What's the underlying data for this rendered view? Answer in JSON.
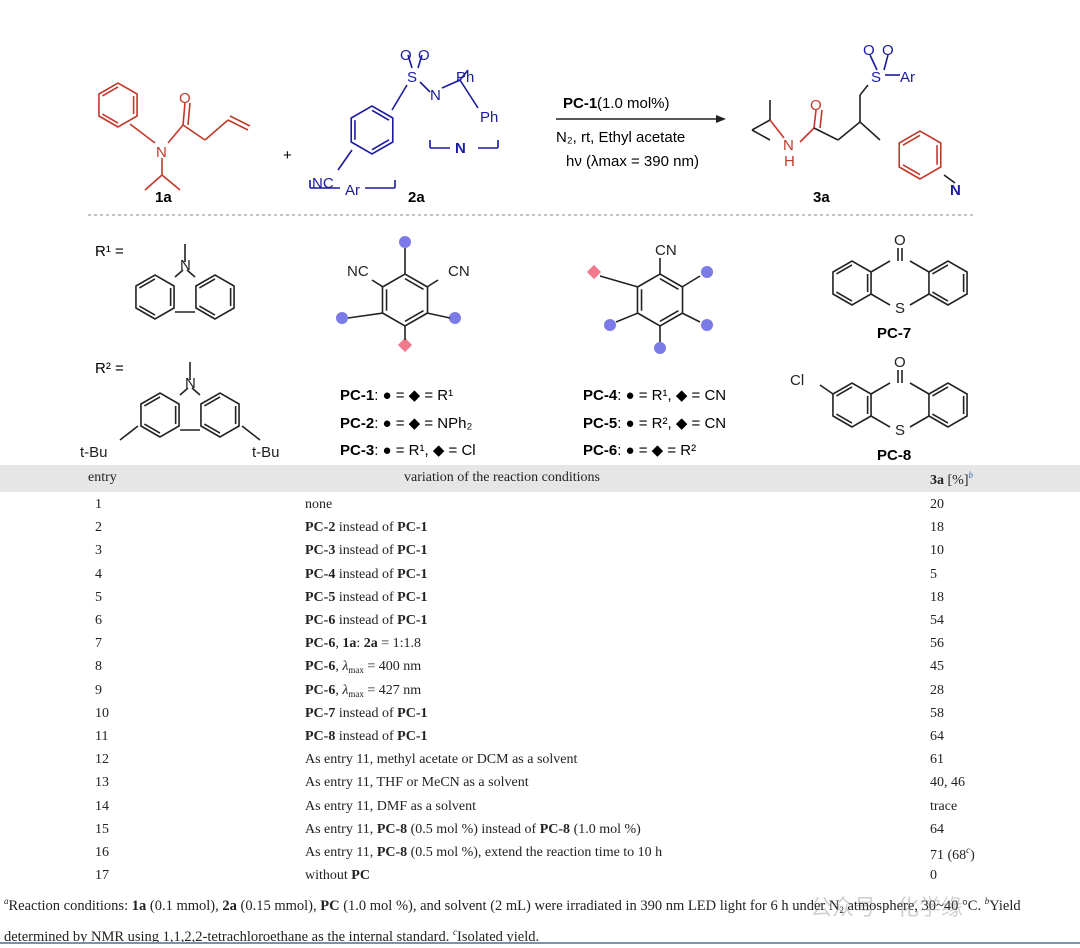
{
  "scheme": {
    "compound_1a": "1a",
    "compound_2a": "2a",
    "compound_3a": "3a",
    "plus": "+",
    "cond_catalyst": "PC-1",
    "cond_loading": " (1.0 mol%)",
    "cond_line2": "N₂, rt, Ethyl acetate",
    "cond_line3": "hν (λmax = 390 nm)",
    "atoms": {
      "O": "O",
      "N": "N",
      "H": "H",
      "S": "S",
      "Ph": "Ph",
      "NC": "NC",
      "CN": "CN",
      "Ar": "Ar",
      "Cl": "Cl",
      "tBu": "t-Bu"
    }
  },
  "catalysts": {
    "r1_label": "R¹ =",
    "r2_label": "R² =",
    "pc_lines": [
      {
        "name": "PC-1",
        "desc": ": ● = ◆ = R¹"
      },
      {
        "name": "PC-2",
        "desc": ": ● = ◆ = NPh₂"
      },
      {
        "name": "PC-3",
        "desc": ": ● = R¹, ◆ = Cl"
      },
      {
        "name": "PC-4",
        "desc": ": ● = R¹, ◆ = CN"
      },
      {
        "name": "PC-5",
        "desc": ": ● = R², ◆ = CN"
      },
      {
        "name": "PC-6",
        "desc": ": ● = ◆ = R²"
      }
    ],
    "pc7": "PC-7",
    "pc8": "PC-8",
    "colors": {
      "dot": "#7b7be8",
      "diamond": "#f07a8c",
      "red": "#c0392b",
      "blue": "#1a1aa0"
    }
  },
  "table": {
    "headers": {
      "entry": "entry",
      "variation": "variation of the reaction conditions",
      "yield": "3a",
      "yield_unit": " [%]",
      "yield_sup": "b"
    },
    "rows": [
      {
        "entry": "1",
        "variation": [
          {
            "t": "none",
            "s": ""
          }
        ],
        "yield": "20"
      },
      {
        "entry": "2",
        "variation": [
          {
            "t": "PC-2",
            "s": "b"
          },
          {
            "t": " instead of ",
            "s": ""
          },
          {
            "t": "PC-1",
            "s": "b"
          }
        ],
        "yield": "18"
      },
      {
        "entry": "3",
        "variation": [
          {
            "t": "PC-3",
            "s": "b"
          },
          {
            "t": " instead of ",
            "s": ""
          },
          {
            "t": "PC-1",
            "s": "b"
          }
        ],
        "yield": "10"
      },
      {
        "entry": "4",
        "variation": [
          {
            "t": "PC-4",
            "s": "b"
          },
          {
            "t": " instead of ",
            "s": ""
          },
          {
            "t": "PC-1",
            "s": "b"
          }
        ],
        "yield": "5"
      },
      {
        "entry": "5",
        "variation": [
          {
            "t": "PC-5",
            "s": "b"
          },
          {
            "t": " instead of ",
            "s": ""
          },
          {
            "t": "PC-1",
            "s": "b"
          }
        ],
        "yield": "18"
      },
      {
        "entry": "6",
        "variation": [
          {
            "t": "PC-6",
            "s": "b"
          },
          {
            "t": " instead of ",
            "s": ""
          },
          {
            "t": "PC-1",
            "s": "b"
          }
        ],
        "yield": "54"
      },
      {
        "entry": "7",
        "variation": [
          {
            "t": "PC-6",
            "s": "b"
          },
          {
            "t": ", ",
            "s": ""
          },
          {
            "t": "1a",
            "s": "b"
          },
          {
            "t": ": ",
            "s": ""
          },
          {
            "t": "2a",
            "s": "b"
          },
          {
            "t": " = 1:1.8",
            "s": ""
          }
        ],
        "yield": "56"
      },
      {
        "entry": "8",
        "variation": [
          {
            "t": "PC-6",
            "s": "b"
          },
          {
            "t": ", ",
            "s": ""
          },
          {
            "t": "λ",
            "s": "i"
          },
          {
            "t": "max",
            "s": "sub"
          },
          {
            "t": " = 400 nm",
            "s": ""
          }
        ],
        "yield": "45"
      },
      {
        "entry": "9",
        "variation": [
          {
            "t": "PC-6",
            "s": "b"
          },
          {
            "t": ", ",
            "s": ""
          },
          {
            "t": "λ",
            "s": "i"
          },
          {
            "t": "max",
            "s": "sub"
          },
          {
            "t": " = 427 nm",
            "s": ""
          }
        ],
        "yield": "28"
      },
      {
        "entry": "10",
        "variation": [
          {
            "t": "PC-7",
            "s": "b"
          },
          {
            "t": " instead of ",
            "s": ""
          },
          {
            "t": "PC-1",
            "s": "b"
          }
        ],
        "yield": "58"
      },
      {
        "entry": "11",
        "variation": [
          {
            "t": "PC-8",
            "s": "b"
          },
          {
            "t": " instead of ",
            "s": ""
          },
          {
            "t": "PC-1",
            "s": "b"
          }
        ],
        "yield": "64"
      },
      {
        "entry": "12",
        "variation": [
          {
            "t": "As entry 11, methyl acetate or DCM as a solvent",
            "s": ""
          }
        ],
        "yield": "61"
      },
      {
        "entry": "13",
        "variation": [
          {
            "t": "As entry 11, THF or MeCN as a solvent",
            "s": ""
          }
        ],
        "yield": "40, 46"
      },
      {
        "entry": "14",
        "variation": [
          {
            "t": "As entry 11, DMF as a solvent",
            "s": ""
          }
        ],
        "yield": "trace"
      },
      {
        "entry": "15",
        "variation": [
          {
            "t": "As entry 11, ",
            "s": ""
          },
          {
            "t": "PC-8",
            "s": "b"
          },
          {
            "t": " (0.5 mol %) instead of ",
            "s": ""
          },
          {
            "t": "PC-8",
            "s": "b"
          },
          {
            "t": " (1.0 mol %)",
            "s": ""
          }
        ],
        "yield": "64"
      },
      {
        "entry": "16",
        "variation": [
          {
            "t": "As entry 11, ",
            "s": ""
          },
          {
            "t": "PC-8",
            "s": "b"
          },
          {
            "t": " (0.5 mol %), extend the reaction time to 10 h",
            "s": ""
          }
        ],
        "yield": "71 (68",
        "yield_sup": "c",
        "yield_end": ")"
      },
      {
        "entry": "17",
        "variation": [
          {
            "t": "without ",
            "s": ""
          },
          {
            "t": "PC",
            "s": "b"
          }
        ],
        "yield": "0"
      }
    ]
  },
  "footnote": [
    {
      "t": "a",
      "s": "sup"
    },
    {
      "t": "Reaction conditions: ",
      "s": ""
    },
    {
      "t": "1a",
      "s": "b"
    },
    {
      "t": " (0.1 mmol), ",
      "s": ""
    },
    {
      "t": "2a",
      "s": "b"
    },
    {
      "t": " (0.15 mmol), ",
      "s": ""
    },
    {
      "t": "PC",
      "s": "b"
    },
    {
      "t": " (1.0 mol %), and solvent (2 mL) were irradiated in 390 nm LED light for 6 h under N",
      "s": ""
    },
    {
      "t": "2",
      "s": "sub"
    },
    {
      "t": " atmosphere, 30~40 °C. ",
      "s": ""
    },
    {
      "t": "b",
      "s": "sup"
    },
    {
      "t": "Yield determined by NMR using 1,1,2,2-tetrachloroethane as the internal standard. ",
      "s": ""
    },
    {
      "t": "c",
      "s": "sup"
    },
    {
      "t": "Isolated yield.",
      "s": ""
    }
  ],
  "watermark": "公众号 · 化学缘"
}
